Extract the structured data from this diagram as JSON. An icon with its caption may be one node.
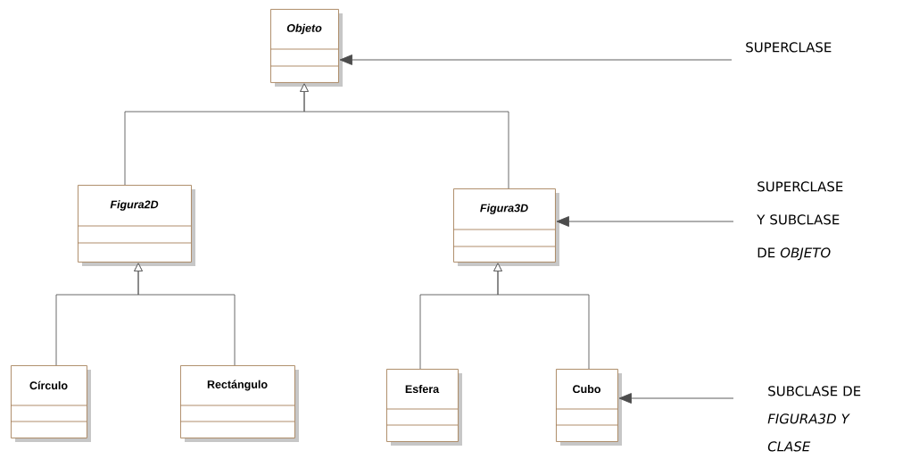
{
  "diagram": {
    "nodes": [
      {
        "text": [
          "Objeto"
        ]
      },
      {
        "text": [
          "Figura2D"
        ]
      },
      {
        "text": [
          "Figura3D"
        ]
      },
      {
        "text": [
          "Círculo"
        ]
      },
      {
        "text": [
          "Rectángulo"
        ]
      },
      {
        "text": [
          "Esfera"
        ]
      },
      {
        "text": [
          "Cubo"
        ]
      },
      {
        "text": [
          "SUPERCLASE"
        ]
      },
      {
        "text": [
          "SUPERCLASE Y SUBCLASE DE *OBJETO*"
        ]
      },
      {
        "text": [
          "SUBCLASE DE *FIGURA3D Y CLASE*"
        ]
      }
    ],
    "edges": [
      {
        "from": 1,
        "to": 0,
        "arrow": "to"
      },
      {
        "from": 2,
        "to": 0,
        "arrow": "to"
      },
      {
        "from": 3,
        "to": 1,
        "arrow": "to"
      },
      {
        "from": 4,
        "to": 1,
        "arrow": "to"
      },
      {
        "from": 5,
        "to": 2,
        "arrow": "to"
      },
      {
        "from": 6,
        "to": 2,
        "arrow": "to"
      },
      {
        "from": 7,
        "to": 0,
        "arrow": "to"
      },
      {
        "from": 8,
        "to": 2,
        "arrow": "to"
      },
      {
        "from": 9,
        "to": 6,
        "arrow": "to"
      }
    ]
  }
}
